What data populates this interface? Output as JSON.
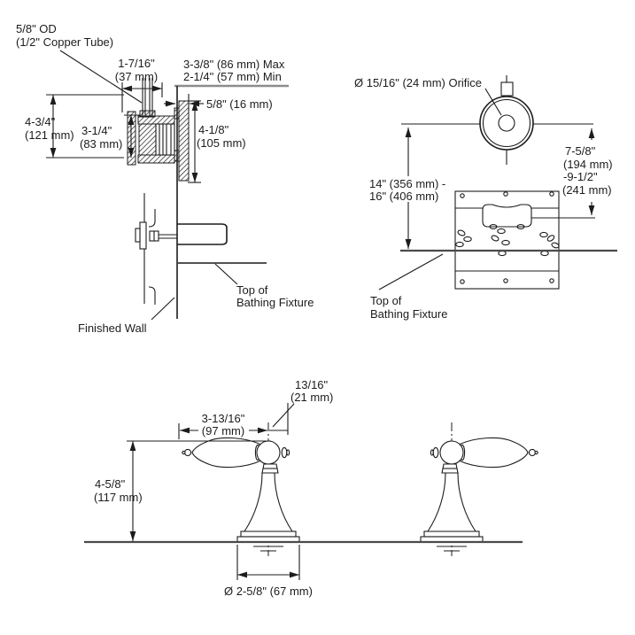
{
  "page": {
    "background": "#ffffff",
    "line_color": "#1c1c1c",
    "gray_line_color": "#8c8c8c"
  },
  "valve_view": {
    "od": "5/8\" OD",
    "copper_tube": "(1/2\" Copper Tube)",
    "tube_offset_in": "1-7/16\"",
    "tube_offset_mm": "(37 mm)",
    "depth_max": "3-3/8\" (86 mm) Max",
    "depth_min": "2-1/4\" (57 mm) Min",
    "escutcheon_thickness": "5/8\" (16 mm)",
    "overall_height_in": "4-3/4\"",
    "overall_height_mm": "(121 mm)",
    "body_height_in": "3-1/4\"",
    "body_height_mm": "(83 mm)",
    "trim_height_in": "4-1/8\"",
    "trim_height_mm": "(105 mm)",
    "finished_wall": "Finished Wall",
    "top_of_fixture_1": "Top of",
    "top_of_fixture_2": "Bathing Fixture"
  },
  "spout_view": {
    "orifice": "Ø 15/16\" (24 mm) Orifice",
    "height_range_1": "14\" (356 mm) -",
    "height_range_2": "16\" (406 mm)",
    "overflow_1": "7-5/8\"",
    "overflow_2": "(194 mm)",
    "overflow_3": "-9-1/2\"",
    "overflow_4": "(241 mm)",
    "top_of_fixture_1": "Top of",
    "top_of_fixture_2": "Bathing Fixture"
  },
  "handle_view": {
    "ball_width_in": "13/16\"",
    "ball_width_mm": "(21 mm)",
    "lever_length_in": "3-13/16\"",
    "lever_length_mm": "(97 mm)",
    "height_in": "4-5/8\"",
    "height_mm": "(117 mm)",
    "base_diameter": "Ø 2-5/8\" (67 mm)"
  }
}
